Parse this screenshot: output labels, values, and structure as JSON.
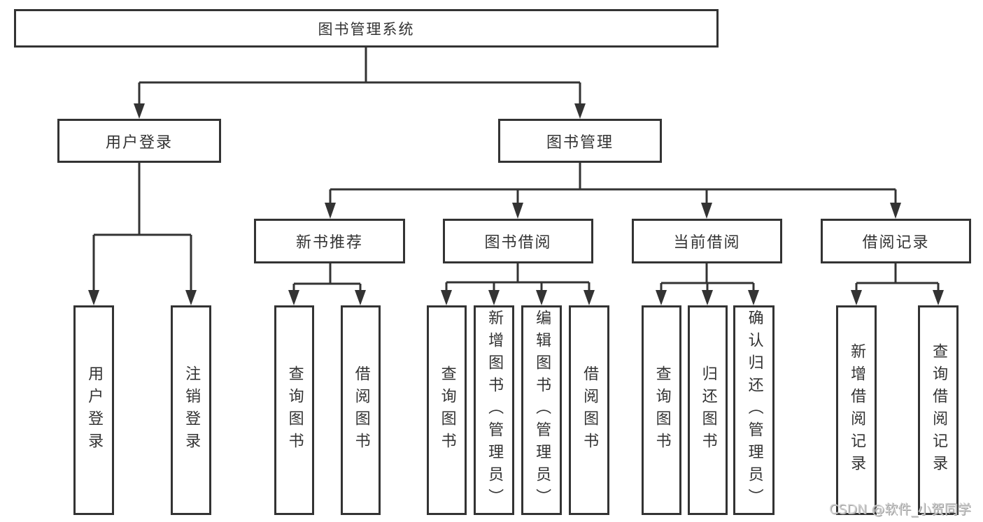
{
  "diagram": {
    "root": {
      "label": "图书管理系统"
    },
    "level2": {
      "user_login": {
        "label": "用户登录"
      },
      "book_mgmt": {
        "label": "图书管理"
      }
    },
    "level3": {
      "new_book_rec": {
        "label": "新书推荐"
      },
      "book_borrow": {
        "label": "图书借阅"
      },
      "current_borrow": {
        "label": "当前借阅"
      },
      "borrow_records": {
        "label": "借阅记录"
      }
    },
    "level4": {
      "ul_user_login": {
        "label": "用户登录"
      },
      "ul_logout": {
        "label": "注销登录"
      },
      "nbr_query_books": {
        "label": "查询图书"
      },
      "nbr_borrow_books": {
        "label": "借阅图书"
      },
      "bb_query_books": {
        "label": "查询图书"
      },
      "bb_add_books": {
        "label": "新增图书（管理员）"
      },
      "bb_edit_books": {
        "label": "编辑图书（管理员）"
      },
      "bb_borrow_books": {
        "label": "借阅图书"
      },
      "cb_query_books": {
        "label": "查询图书"
      },
      "cb_return_books": {
        "label": "归还图书"
      },
      "cb_confirm_return": {
        "label": "确认归还（管理员）"
      },
      "br_add_record": {
        "label": "新增借阅记录"
      },
      "br_query_record": {
        "label": "查询借阅记录"
      }
    }
  },
  "watermark": "CSDN @软件_小贺同学",
  "colors": {
    "line": "#333333",
    "text": "#333333",
    "background": "#ffffff",
    "box_background": "#ffffff",
    "watermark": "#cfcfcf",
    "watermark_shadow": "#9b9b9b"
  }
}
